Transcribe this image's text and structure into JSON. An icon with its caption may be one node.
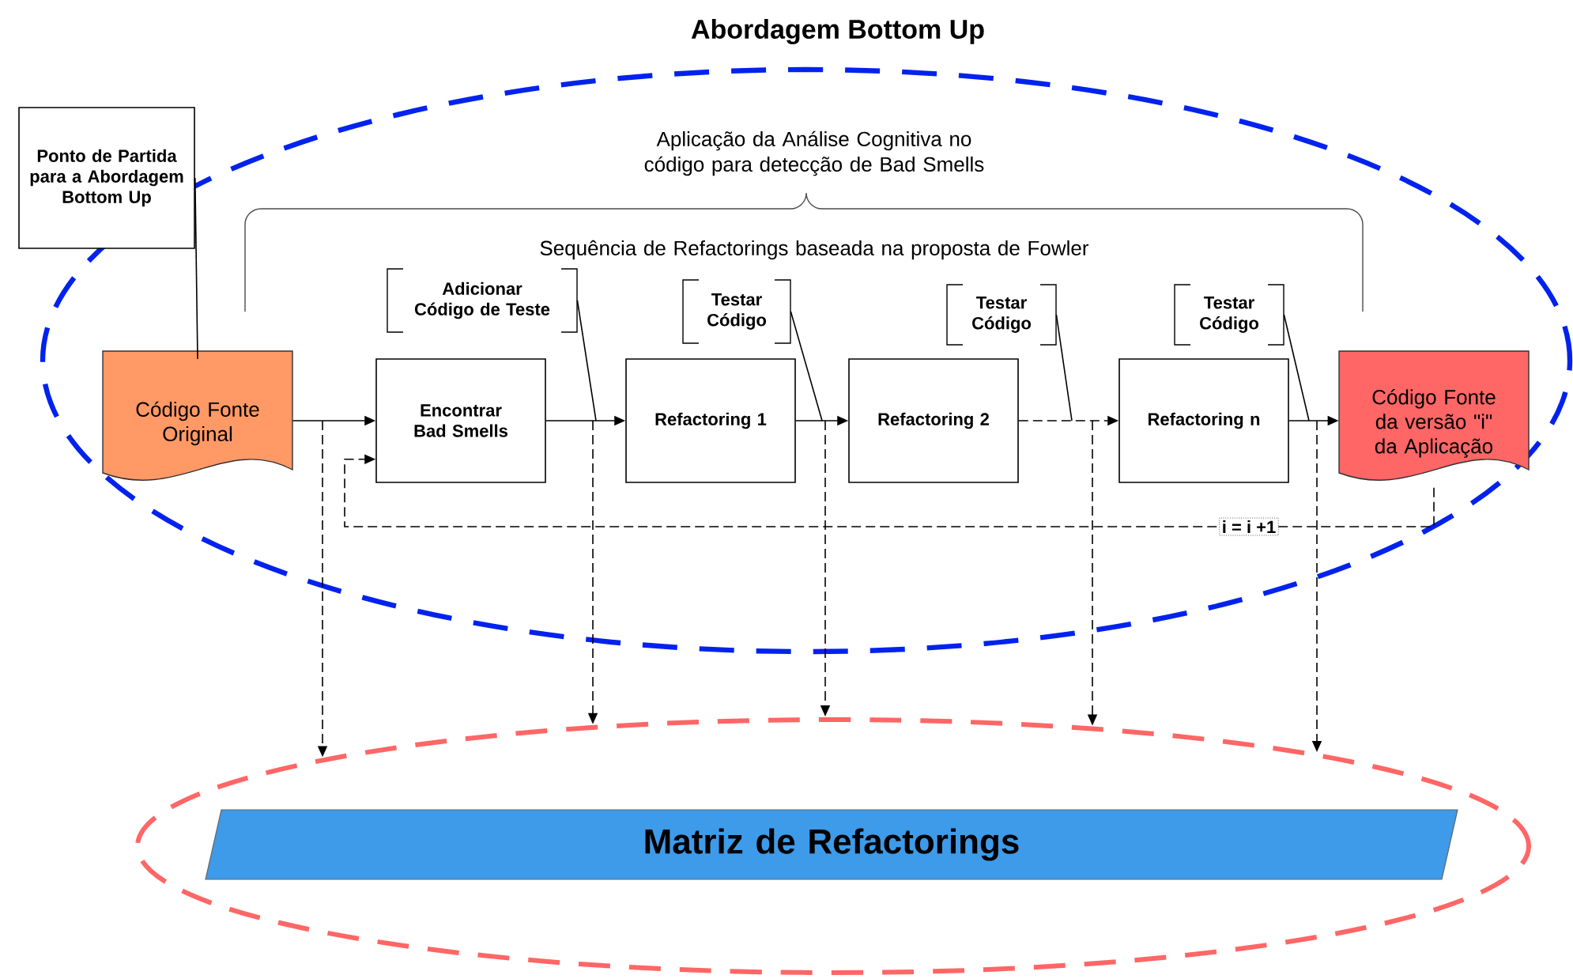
{
  "diagram": {
    "title": "Abordagem Bottom Up",
    "nodes": [
      {
        "text": [
          "Ponto de Partida para a Abordagem Bottom Up"
        ]
      },
      {
        "text": [
          "Código Fonte Original"
        ]
      },
      {
        "text": [
          "Adicionar Código de Teste"
        ]
      },
      {
        "text": [
          "Encontrar Bad Smells"
        ]
      },
      {
        "text": [
          "Testar Código"
        ]
      },
      {
        "text": [
          "Refactoring 1"
        ]
      },
      {
        "text": [
          "Testar Código"
        ]
      },
      {
        "text": [
          "Refactoring 2"
        ]
      },
      {
        "text": [
          "Testar Código"
        ]
      },
      {
        "text": [
          "Refactoring n"
        ]
      },
      {
        "text": [
          "Código Fonte da versão \"i\" da Aplicação"
        ]
      },
      {
        "text": [],
        "shape": "ellipse"
      },
      {
        "text": [
          "Matriz de Refactorings"
        ],
        "in": 11
      }
    ],
    "edges": [
      {
        "from": 0,
        "to": 1,
        "arrow": "none"
      },
      {
        "from": 1,
        "to": 3,
        "arrow": "to"
      },
      {
        "from": 3,
        "to": 5,
        "arrow": "to"
      },
      {
        "from": 5,
        "to": 7,
        "arrow": "to"
      },
      {
        "from": 7,
        "to": 9,
        "arrow": "to",
        "style": "dashed"
      },
      {
        "from": 9,
        "to": 10,
        "arrow": "to"
      },
      {
        "from": 10,
        "to": 3,
        "arrow": "to",
        "style": "dashed",
        "label": "i = i +1"
      },
      {
        "from": 2,
        "to": null,
        "arrow": "none"
      },
      {
        "from": 4,
        "to": null,
        "arrow": "none"
      },
      {
        "from": 6,
        "to": null,
        "arrow": "none"
      },
      {
        "from": 8,
        "to": null,
        "arrow": "none"
      },
      {
        "from": null,
        "to": 11,
        "arrow": "to",
        "style": "dashed"
      },
      {
        "from": null,
        "to": 11,
        "arrow": "to",
        "style": "dashed"
      },
      {
        "from": null,
        "to": 11,
        "arrow": "to",
        "style": "dashed"
      },
      {
        "from": null,
        "to": 11,
        "arrow": "to",
        "style": "dashed"
      },
      {
        "from": null,
        "to": 11,
        "arrow": "to",
        "style": "dashed"
      }
    ],
    "labels": [
      "Aplicação da Análise Cognitiva no código para detecção de Bad Smells",
      "Sequência de Refactorings baseada na proposta de Fowler"
    ]
  }
}
